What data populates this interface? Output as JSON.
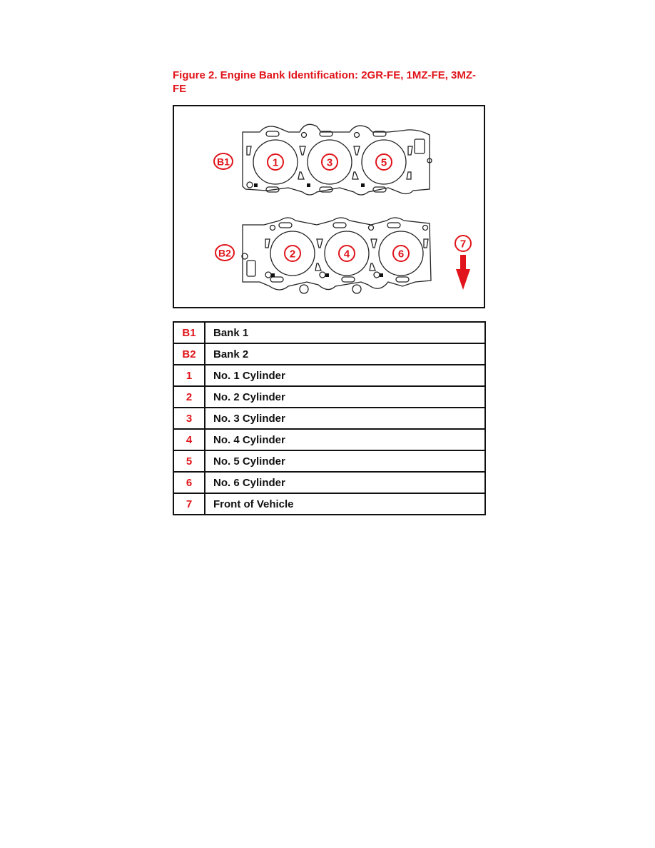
{
  "figure": {
    "title": "Figure 2. Engine Bank Identification: 2GR-FE, 1MZ-FE, 3MZ-FE",
    "bank_labels": [
      "B1",
      "B2"
    ],
    "bank1_cylinders": [
      "1",
      "3",
      "5"
    ],
    "bank2_cylinders": [
      "2",
      "4",
      "6"
    ],
    "front_marker": "7",
    "accent_color": "#e0141a"
  },
  "legend": [
    {
      "code": "B1",
      "description": "Bank 1"
    },
    {
      "code": "B2",
      "description": "Bank 2"
    },
    {
      "code": "1",
      "description": "No. 1 Cylinder"
    },
    {
      "code": "2",
      "description": "No. 2 Cylinder"
    },
    {
      "code": "3",
      "description": "No. 3 Cylinder"
    },
    {
      "code": "4",
      "description": "No. 4 Cylinder"
    },
    {
      "code": "5",
      "description": "No. 5 Cylinder"
    },
    {
      "code": "6",
      "description": "No. 6 Cylinder"
    },
    {
      "code": "7",
      "description": "Front of Vehicle"
    }
  ]
}
